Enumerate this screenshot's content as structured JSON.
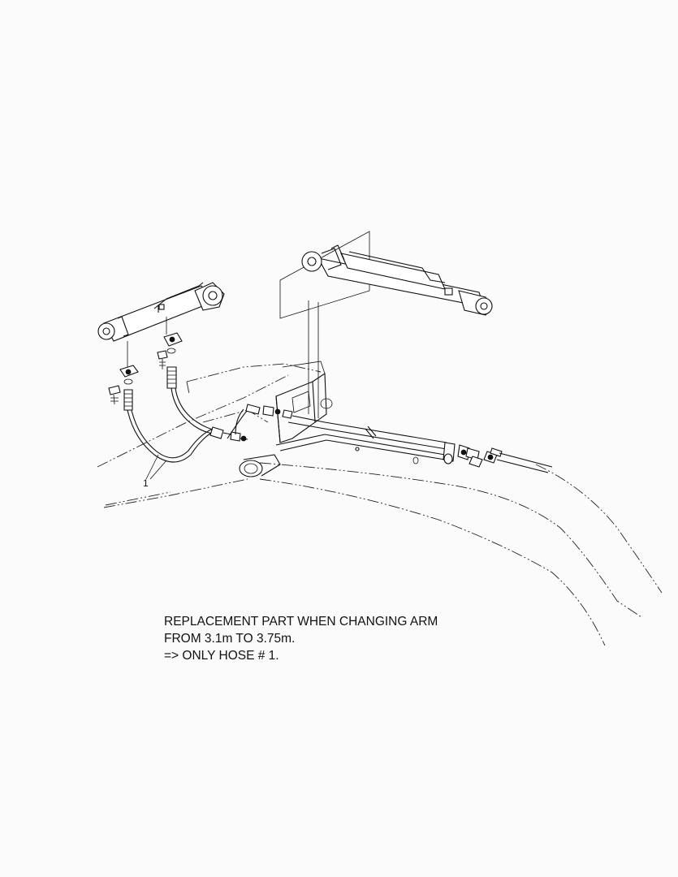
{
  "diagram": {
    "callout_number": "1",
    "note_lines": [
      "REPLACEMENT PART WHEN CHANGING ARM",
      "FROM 3.1m TO 3.75m.",
      "=> ONLY HOSE # 1."
    ]
  }
}
